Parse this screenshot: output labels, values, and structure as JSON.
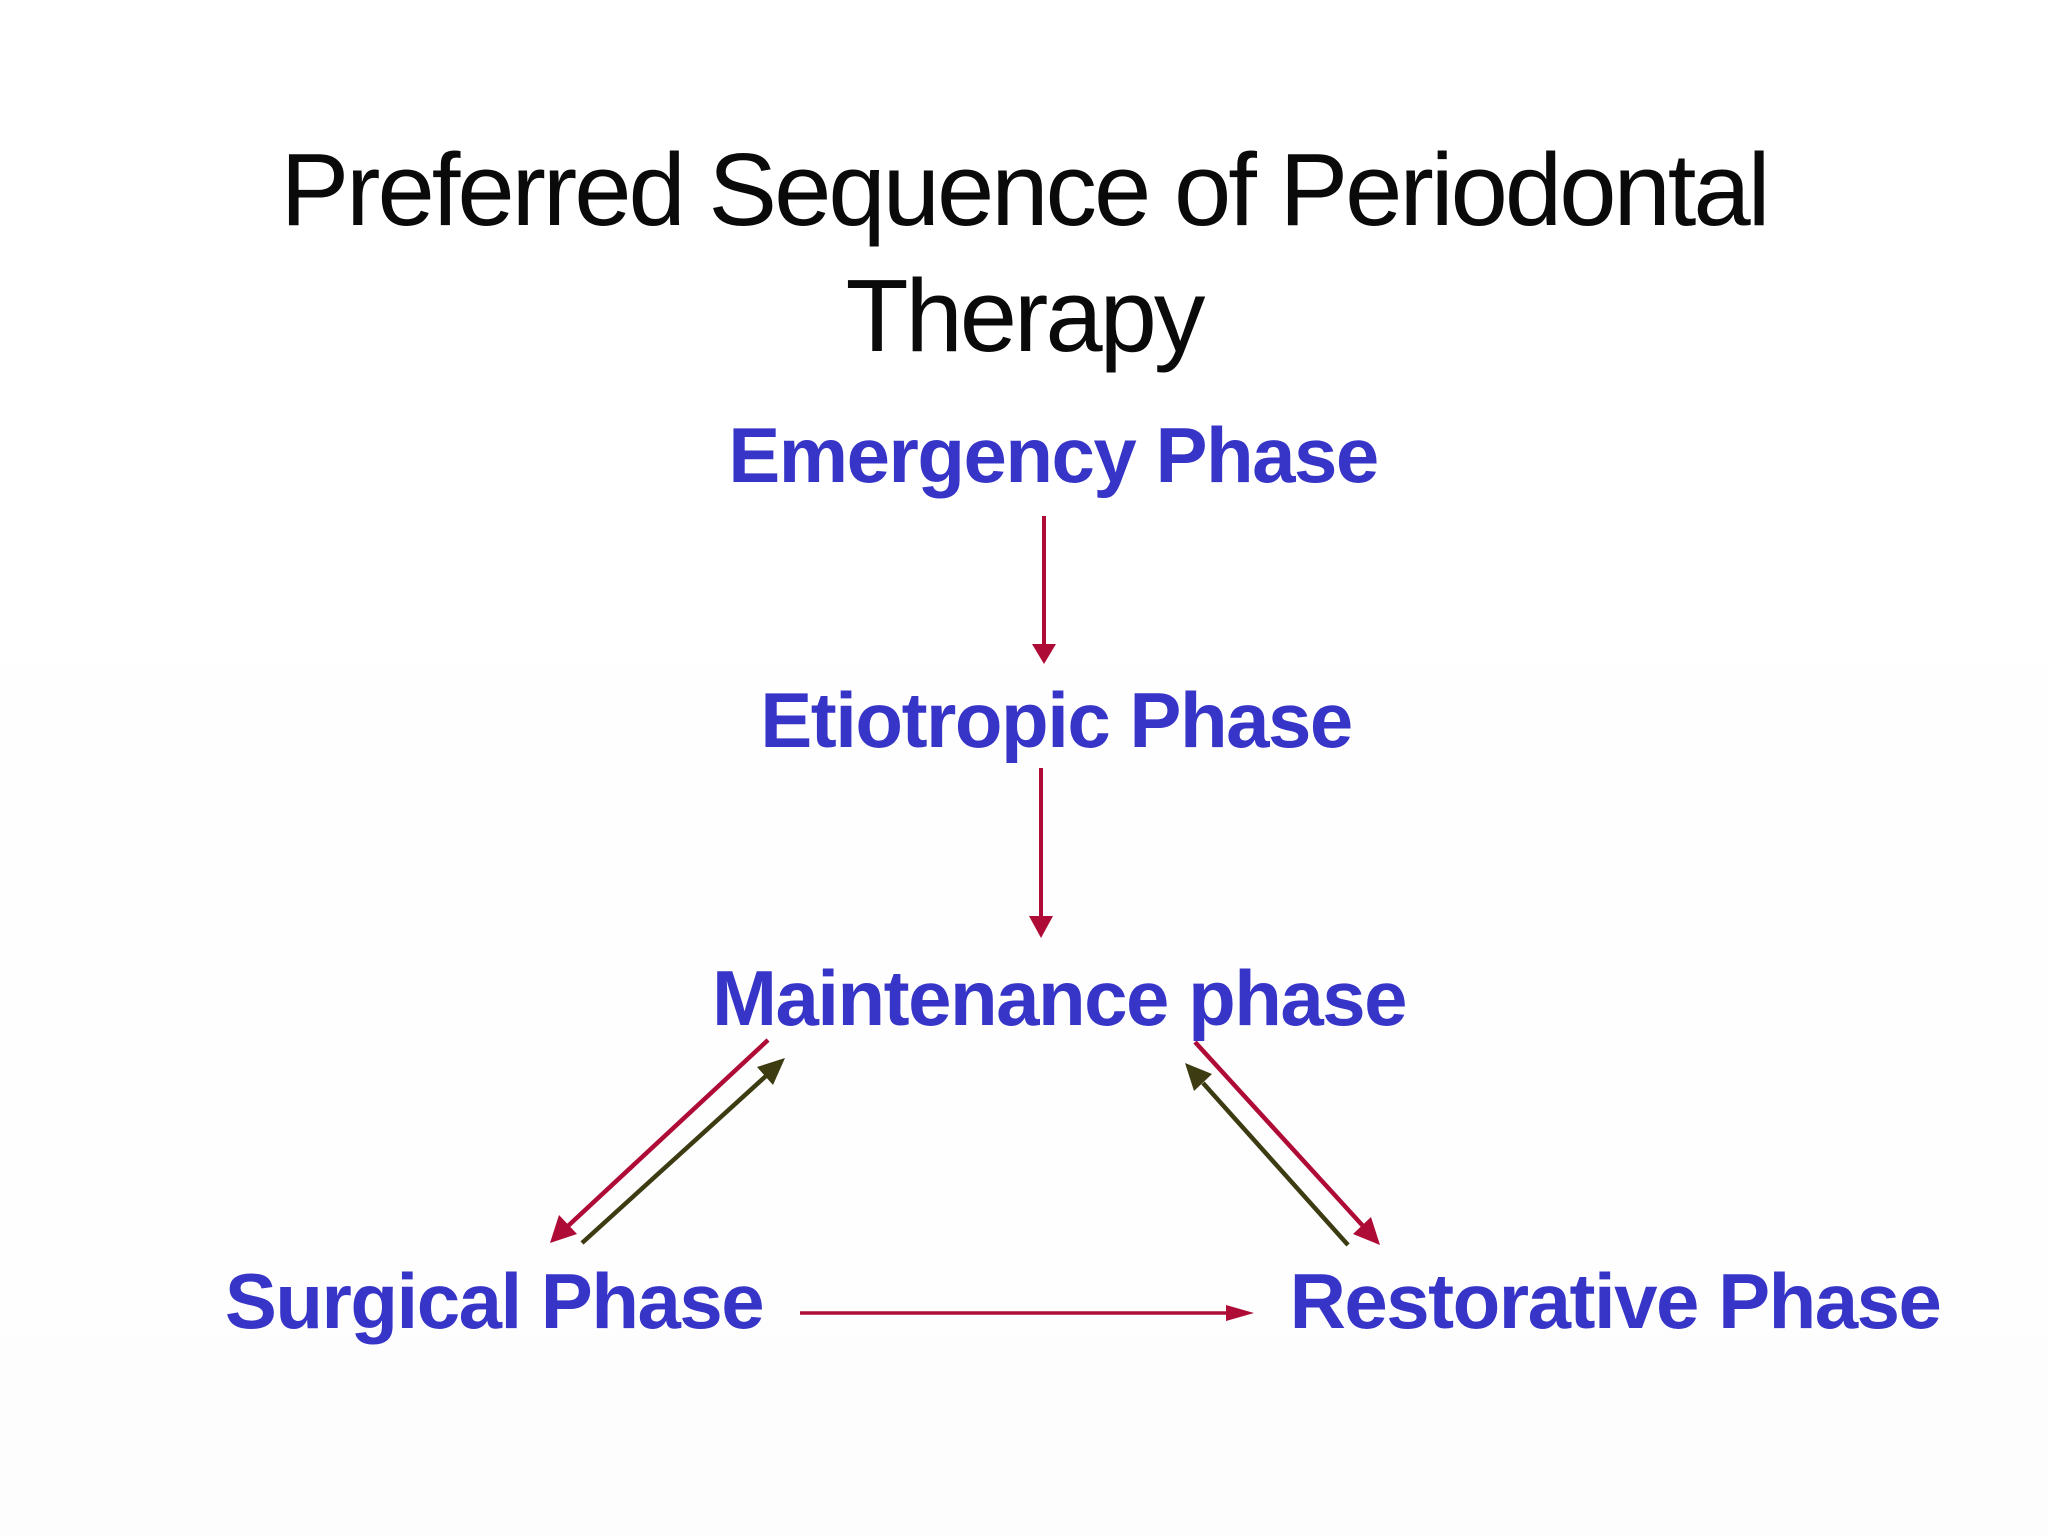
{
  "slide": {
    "title": "Preferred Sequence of Periodontal Therapy",
    "background_color": "#ffffff"
  },
  "diagram": {
    "type": "flowchart",
    "nodes": {
      "emergency": {
        "label": "Emergency Phase"
      },
      "etiotropic": {
        "label": "Etiotropic Phase"
      },
      "maintenance": {
        "label": "Maintenance phase"
      },
      "surgical": {
        "label": "Surgical Phase"
      },
      "restorative": {
        "label": "Restorative Phase"
      }
    },
    "edges": [
      {
        "from": "Emergency Phase",
        "to": "Etiotropic Phase",
        "arrow": "single",
        "color": "#ae0b36",
        "direction": "down"
      },
      {
        "from": "Etiotropic Phase",
        "to": "Maintenance phase",
        "arrow": "single",
        "color": "#ae0b36",
        "direction": "down"
      },
      {
        "from": "Maintenance phase",
        "to": "Surgical Phase",
        "arrow": "single",
        "color": "#ae0b36",
        "direction": "down-left"
      },
      {
        "from": "Surgical Phase",
        "to": "Maintenance phase",
        "arrow": "single",
        "color": "#3c3b11",
        "direction": "up-right"
      },
      {
        "from": "Maintenance phase",
        "to": "Restorative Phase",
        "arrow": "single",
        "color": "#ae0b36",
        "direction": "down-right"
      },
      {
        "from": "Restorative Phase",
        "to": "Maintenance phase",
        "arrow": "single",
        "color": "#3c3b11",
        "direction": "up-left"
      },
      {
        "from": "Surgical Phase",
        "to": "Restorative Phase",
        "arrow": "single",
        "color": "#ae0b36",
        "direction": "right"
      }
    ],
    "colors": {
      "node_text": "#3734c8",
      "title_text": "#0a0a0a",
      "arrow_crimson": "#ae0b36",
      "arrow_olive": "#3c3b11"
    }
  }
}
